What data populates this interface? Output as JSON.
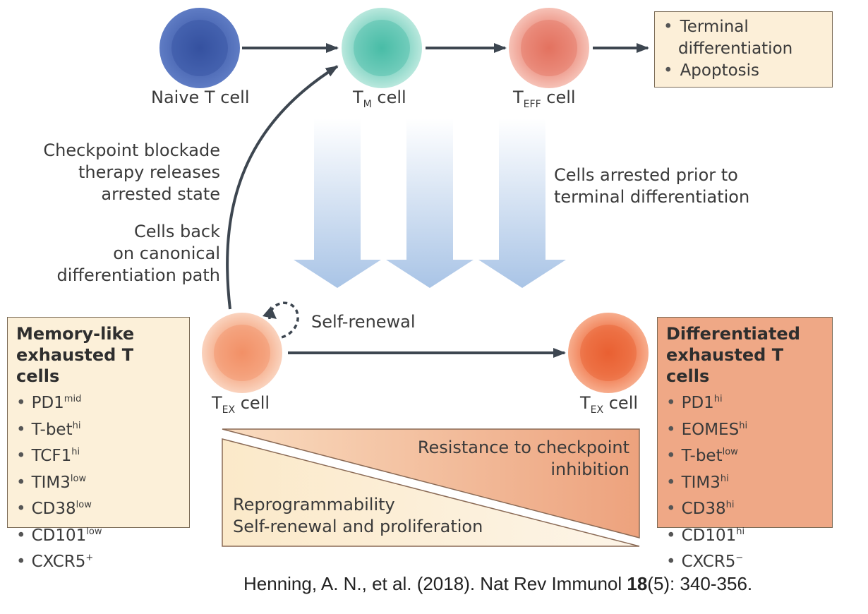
{
  "cells": {
    "naive": {
      "label": "Naive T cell",
      "color": "#3c5aa6"
    },
    "memory": {
      "label_main": "T",
      "label_sub": "M",
      "label_rest": " cell",
      "color": "#6fcbb8"
    },
    "effector": {
      "label_main": "T",
      "label_sub": "EFF",
      "label_rest": " cell",
      "color": "#e98a7a"
    },
    "tex_memory_like": {
      "label_main": "T",
      "label_sub": "EX",
      "label_rest": " cell",
      "color": "#f4a582"
    },
    "tex_differentiated": {
      "label_main": "T",
      "label_sub": "EX",
      "label_rest": " cell",
      "color": "#ee7548"
    }
  },
  "terminal_fate_box": {
    "items": [
      "Terminal differentiation",
      "Apoptosis"
    ],
    "item1_line1": "Terminal",
    "item1_line2": "differentiation",
    "item2": "Apoptosis"
  },
  "annotations": {
    "checkpoint_line1": "Checkpoint blockade",
    "checkpoint_line2": "therapy releases",
    "checkpoint_line3": "arrested state",
    "back_line1": "Cells back",
    "back_line2": "on canonical",
    "back_line3": "differentiation path",
    "arrested_line1": "Cells arrested prior to",
    "arrested_line2": "terminal differentiation",
    "self_renewal": "Self-renewal"
  },
  "memory_like_box": {
    "title_line1": "Memory-like",
    "title_line2": "exhausted T cells",
    "markers": [
      {
        "name": "PD1",
        "sup": "mid"
      },
      {
        "name": "T-bet",
        "sup": "hi"
      },
      {
        "name": "TCF1",
        "sup": "hi"
      },
      {
        "name": "TIM3",
        "sup": "low"
      },
      {
        "name": "CD38",
        "sup": "low"
      },
      {
        "name": "CD101",
        "sup": "low"
      },
      {
        "name": "CXCR5",
        "sup": "+"
      }
    ]
  },
  "differentiated_box": {
    "title_line1": "Differentiated",
    "title_line2": "exhausted T cells",
    "markers": [
      {
        "name": "PD1",
        "sup": "hi"
      },
      {
        "name": "EOMES",
        "sup": "hi"
      },
      {
        "name": "T-bet",
        "sup": "low"
      },
      {
        "name": "TIM3",
        "sup": "hi"
      },
      {
        "name": "CD38",
        "sup": "hi"
      },
      {
        "name": "CD101",
        "sup": "hi"
      },
      {
        "name": "CXCR5",
        "sup": "−"
      }
    ]
  },
  "gradient": {
    "resistance_line1": "Resistance to checkpoint",
    "resistance_line2": "inhibition",
    "reprog_line1": "Reprogrammability",
    "reprog_line2": "Self-renewal and proliferation"
  },
  "citation": {
    "authors": "Henning, A. N., et al. (2018). Nat Rev Immunol ",
    "volume": "18",
    "rest": "(5): 340-356."
  }
}
